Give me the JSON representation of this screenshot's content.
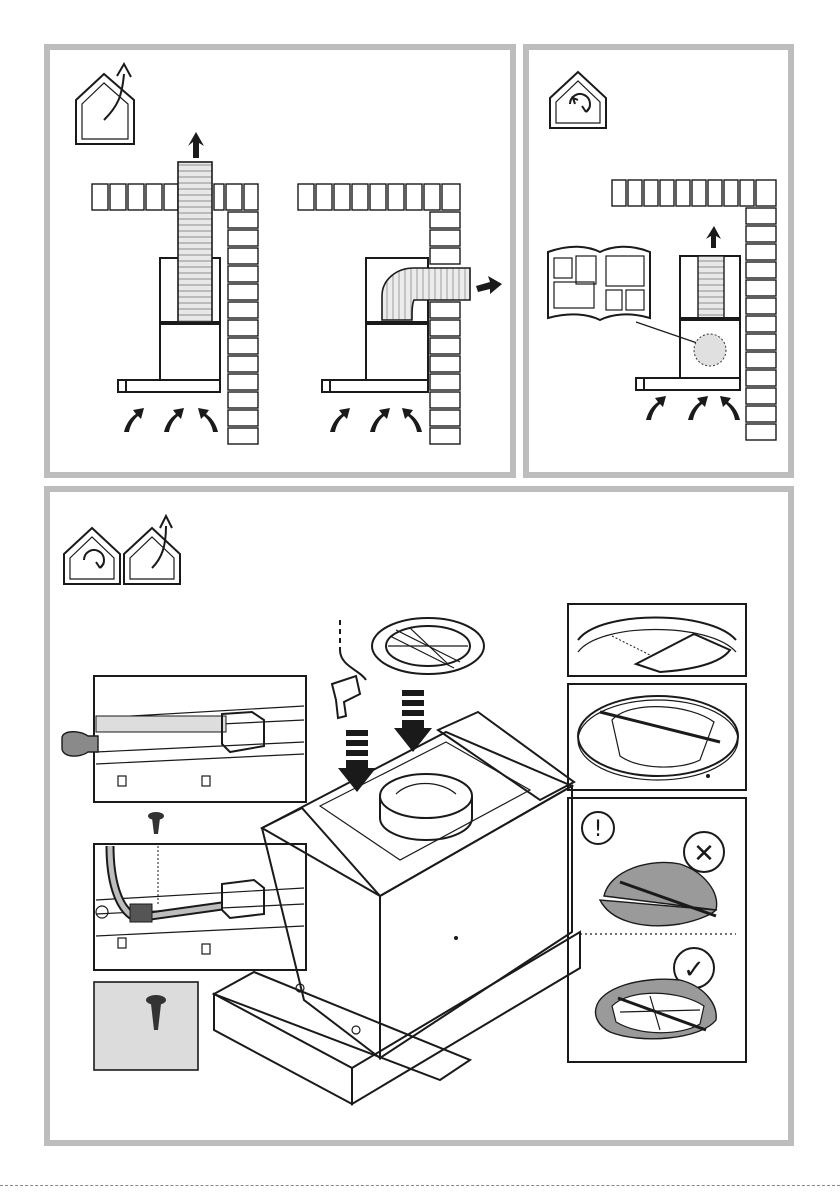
{
  "panels": {
    "top_left": {
      "mode": "extraction",
      "icon": "house-extraction-icon"
    },
    "top_right": {
      "mode": "recirculation",
      "icon": "house-recirculation-icon"
    },
    "bottom": {
      "modes": [
        "recirculation",
        "extraction"
      ],
      "icons": [
        "house-recirculation-icon",
        "house-extraction-icon"
      ]
    }
  },
  "status": {
    "wrong": "✕",
    "correct": "✓",
    "warning": "!"
  },
  "colors": {
    "panel_border": "#bdbdbd",
    "line": "#1a1a1a",
    "filter_fill": "#9a9a9a",
    "duct_fill": "#e6e6e6"
  }
}
